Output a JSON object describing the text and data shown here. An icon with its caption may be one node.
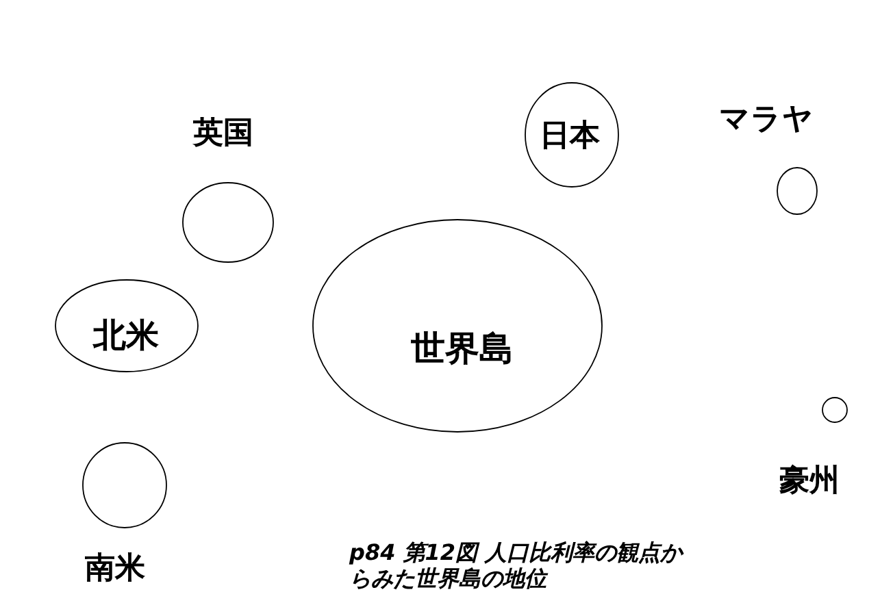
{
  "diagram": {
    "caption": "p84 第12図 人口比利率の観点からみた世界島の地位",
    "nodes": [
      {
        "text": [
          "英国"
        ]
      },
      {
        "text": [
          "日本"
        ]
      },
      {
        "text": [
          "マラヤ"
        ]
      },
      {
        "text": [
          "北米"
        ]
      },
      {
        "text": [
          "世界島"
        ]
      },
      {
        "text": [
          "豪州"
        ]
      },
      {
        "text": [
          "南米"
        ]
      }
    ]
  }
}
